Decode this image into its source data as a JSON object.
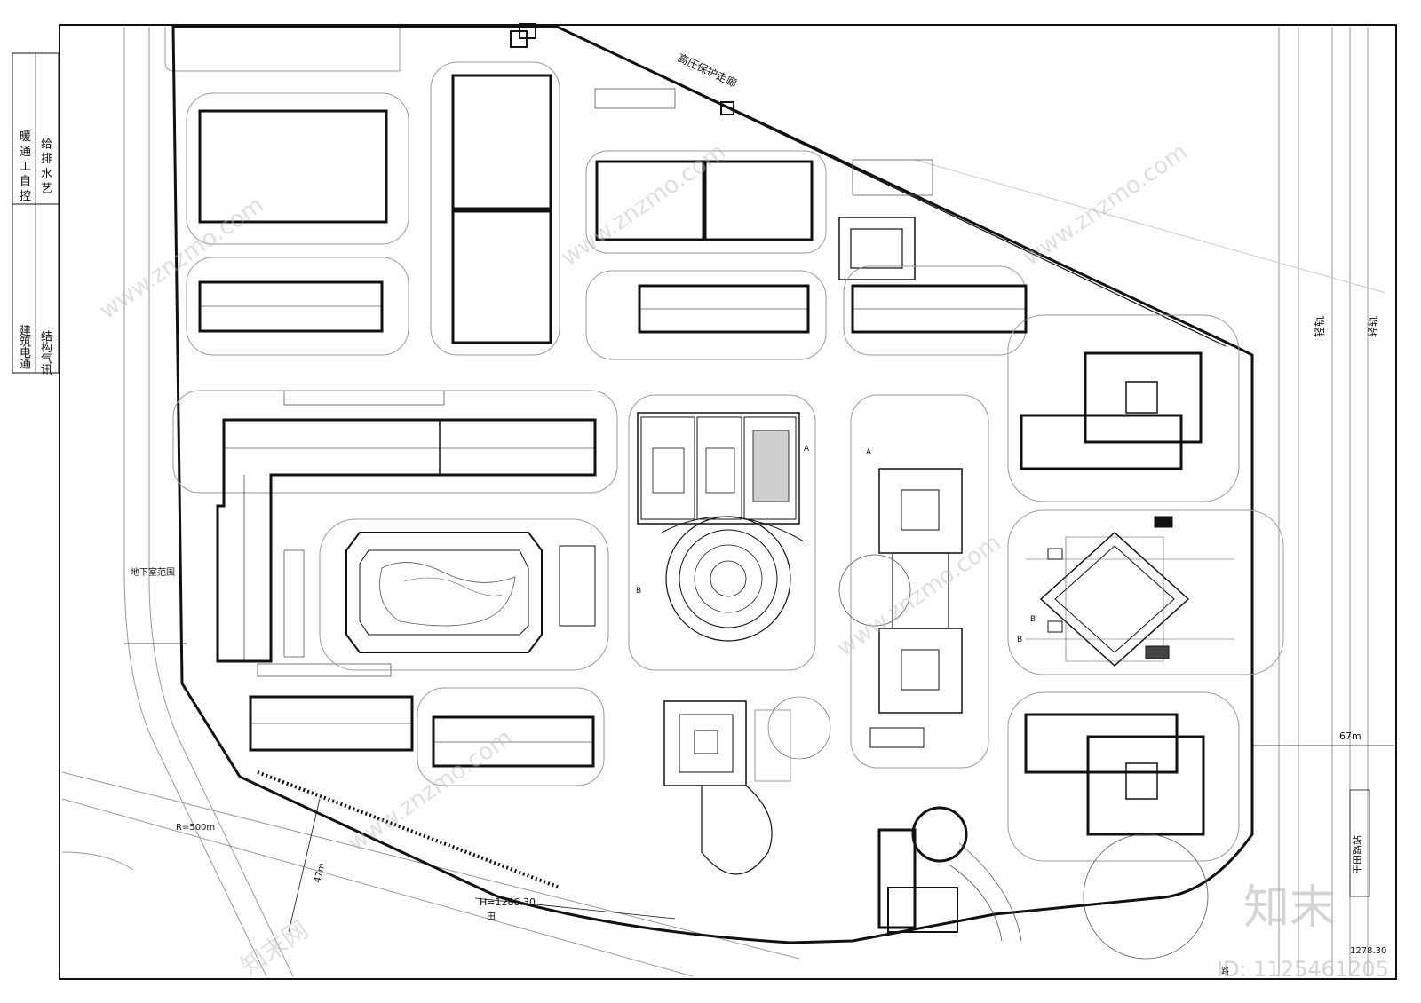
{
  "drawing": {
    "title_block": {
      "row1": [
        "暖",
        "给",
        "通",
        "排",
        "工",
        "水",
        "自",
        "艺",
        "控"
      ],
      "row2": [
        "建",
        "结",
        "筑",
        "构",
        "电",
        "气",
        "通",
        "讯"
      ]
    },
    "labels": {
      "corridor": "高压保护走廊",
      "rail_1": "轻轨",
      "rail_2": "轻轨",
      "basement": "地下室范围",
      "radius": "R=500m",
      "dist_47": "47m",
      "dist_67": "67m",
      "elev_1": "H=1286.30",
      "elev_2": "1278.30",
      "field": "田",
      "station": "干田路站",
      "road": "路",
      "sec_a1": "A",
      "sec_a2": "A",
      "sec_b1": "B",
      "sec_b2": "B",
      "sec_b3": "B"
    },
    "watermark": {
      "brand": "知末",
      "id": "ID: 1125461205",
      "site": "www.znzmo.com",
      "site_cn": "知末网"
    },
    "colors": {
      "line": "#111111",
      "grey": "#9a9a9a",
      "light": "#c8c8c8",
      "watermark": "#b9b9b9"
    }
  }
}
